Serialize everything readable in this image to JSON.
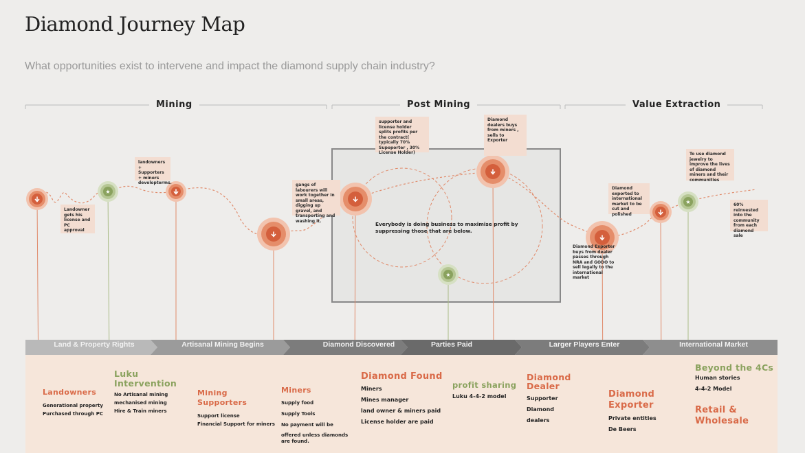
{
  "header": {
    "title": "Diamond Journey Map",
    "subtitle": "What opportunities exist to intervene and impact the diamond supply chain industry?"
  },
  "phases": [
    "Mining",
    "Post Mining",
    "Value Extraction"
  ],
  "stages": [
    "Land & Property Rights",
    "Artisanal Mining Begins",
    "Diamond Discovered",
    "Parties Paid",
    "Larger Players Enter",
    "International Market"
  ],
  "notes": {
    "landowner": "Landowner gets his license and PC approval",
    "supporters": "landowners + Supporters + miners developterms.",
    "labourers": "gangs of labourers will work together in small areas, digging up gravel, and transporting and washing it.",
    "profit_split": "supporter and license holder splits profits per the contract( typically 70% Supoporter , 30% License Holder)",
    "dealers": "Diamond dealers buys from miners , sells to Exporter",
    "exporter": "Diamond Exporter buys from dealer passes through NRA and GODO to sell legally to the international market",
    "exported": "Diamond exported to international market to be cut and polished",
    "jewelry": "To use diamond jewelry to improve the lives of diamond miners and their communities",
    "reinvested": "60% reinvested into the community from each diamond sale",
    "center": "Everybody is doing business to maximise profit by suppressing those that are below."
  },
  "roles": {
    "landowners": {
      "title": "Landowners",
      "items": [
        "Generational property",
        "Purchased through PC"
      ]
    },
    "luku": {
      "title": "Luku Intervention",
      "items": [
        "No Artisanal mining",
        "mechanised mining",
        "Hire & Train miners"
      ]
    },
    "mining_supporters": {
      "title": "Mining Supporters",
      "items": [
        "Support license",
        "Financial Support for miners"
      ]
    },
    "miners": {
      "title": "Miners",
      "items": [
        "Supply food",
        "Supply Tools",
        "No payment will be",
        "offered unless diamonds are found."
      ]
    },
    "diamond_found": {
      "title": "Diamond Found",
      "items": [
        "Miners",
        "Mines manager",
        "land owner & miners paid",
        "License holder are paid"
      ]
    },
    "profit_sharing": {
      "title": "profit sharing",
      "items": [
        "Luku 4-4-2 model"
      ]
    },
    "diamond_dealer": {
      "title": "Diamond Dealer",
      "items": [
        "Supporter",
        "Diamond dealers"
      ]
    },
    "diamond_exporter": {
      "title": "Diamond Exporter",
      "items": [
        "Private entities",
        "De Beers"
      ]
    },
    "beyond": {
      "title": "Beyond the 4Cs",
      "items": [
        "Human stories",
        "4-4-2 Model"
      ]
    },
    "retail": {
      "title": "Retail & Wholesale",
      "items": []
    }
  },
  "colors": {
    "accent": "#d96a48",
    "green": "#8aa25e",
    "note_bg": "#f3ddd1",
    "bottom_bg": "#f6e6da"
  }
}
